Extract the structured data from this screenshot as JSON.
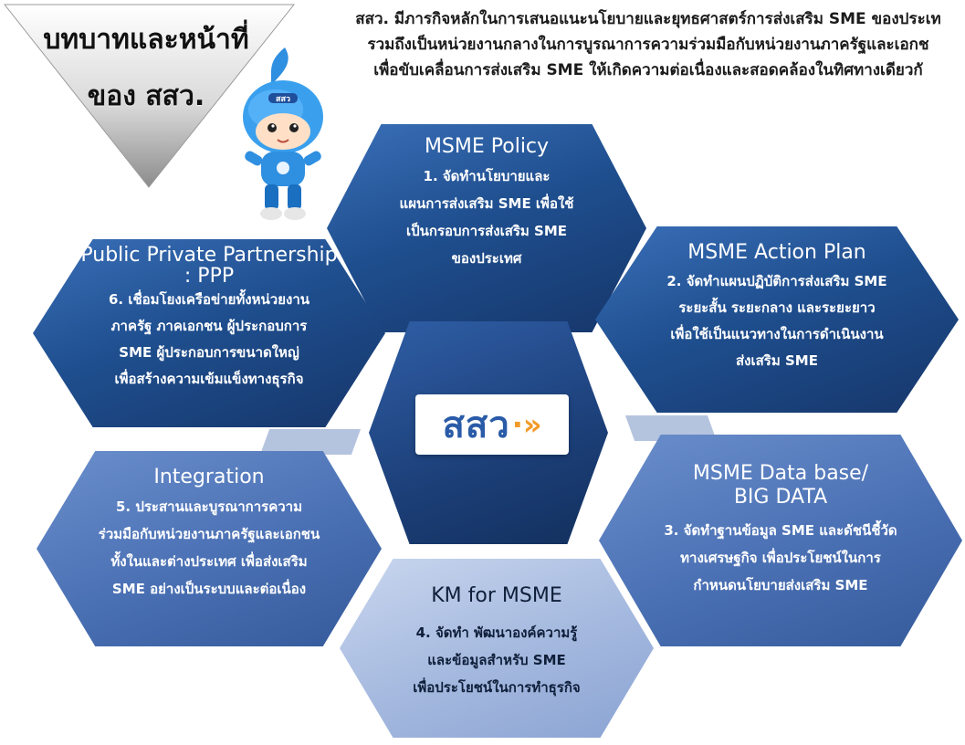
{
  "title": {
    "line1": "บทบาทและหน้าที่",
    "line2": "ของ สสว."
  },
  "intro": [
    "สสว. มีภารกิจหลักในการเสนอแนะนโยบายและยุทธศาสตร์การส่งเสริม SME ของประเท",
    "รวมถึงเป็นหน่วยงานกลางในการบูรณาการความร่วมมือกับหน่วยงานภาครัฐและเอกช",
    "เพื่อขับเคลื่อนการส่งเสริม SME ให้เกิดความต่อเนื่องและสอดคล้องในทิศทางเดียวกั"
  ],
  "mascot": {
    "badge": "สสว"
  },
  "center": {
    "logo_text": "สสว",
    "logo_arrows": "·»"
  },
  "hexes": {
    "policy": {
      "title": "MSME Policy",
      "lines": [
        "1. จัดทำนโยบายและ",
        "แผนการส่งเสริม SME เพื่อใช้",
        "เป็นกรอบการส่งเสริม SME",
        "ของประเทศ"
      ]
    },
    "action": {
      "title": "MSME Action Plan",
      "lines": [
        "2. จัดทำแผนปฏิบัติการส่งเสริม SME",
        "ระยะสั้น ระยะกลาง และระยะยาว",
        "เพื่อใช้เป็นแนวทางในการดำเนินงาน",
        "ส่งเสริม SME"
      ]
    },
    "data": {
      "title1": "MSME Data base/",
      "title2": "BIG DATA",
      "lines": [
        "3. จัดทำฐานข้อมูล SME และดัชนีชี้วัด",
        "ทางเศรษฐกิจ  เพื่อประโยชน์ในการ",
        "กำหนดนโยบายส่งเสริม SME"
      ]
    },
    "km": {
      "title": "KM for MSME",
      "lines": [
        "4. จัดทำ พัฒนาองค์ความรู้",
        "และข้อมูลสำหรับ SME",
        "เพื่อประโยชน์ในการทำธุรกิจ"
      ]
    },
    "integration": {
      "title": "Integration",
      "lines": [
        "5. ประสานและบูรณาการความ",
        "ร่วมมือกับหน่วยงานภาครัฐและเอกชน",
        "ทั้งในและต่างประเทศ เพื่อส่งเสริม",
        "SME อย่างเป็นระบบและต่อเนื่อง"
      ]
    },
    "ppp": {
      "title1": "Public Private Partnership",
      "title2": ": PPP",
      "lines": [
        "6. เชื่อมโยงเครือข่ายทั้งหน่วยงาน",
        "ภาครัฐ ภาคเอกชน ผู้ประกอบการ",
        "SME ผู้ประกอบการขนาดใหญ่",
        "เพื่อสร้างความเข้มแข็งทางธุรกิจ"
      ]
    }
  }
}
